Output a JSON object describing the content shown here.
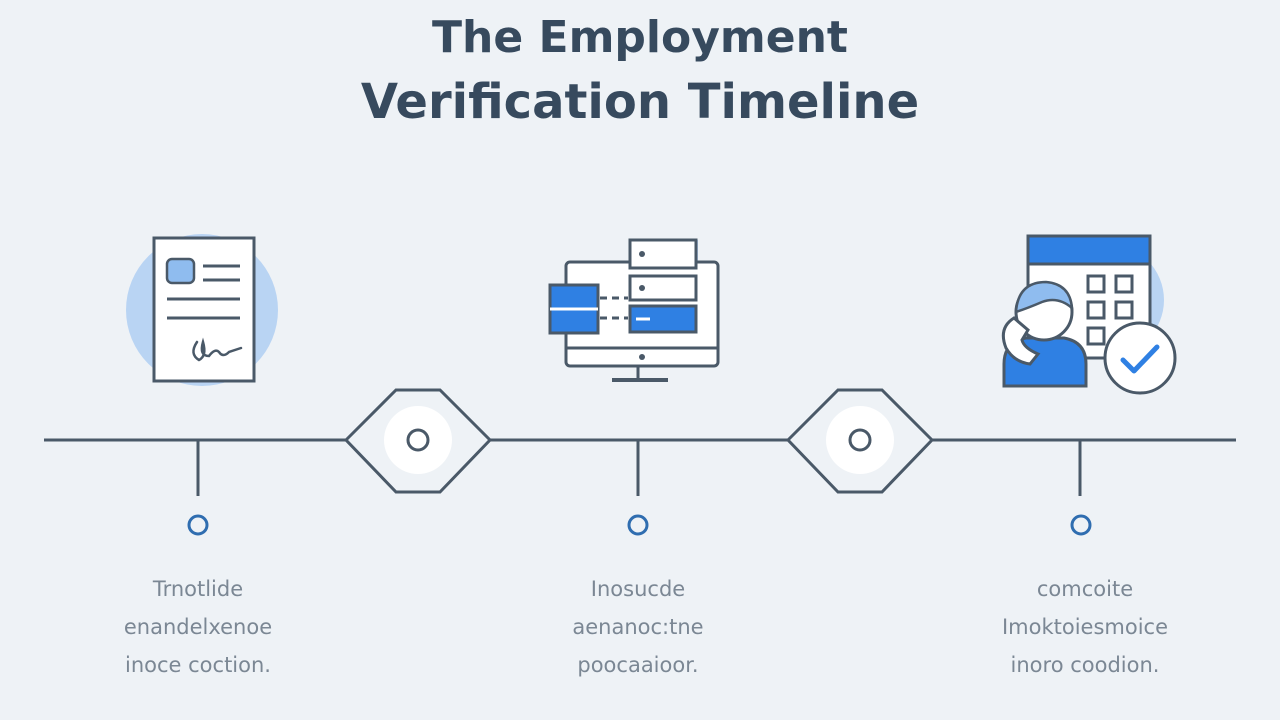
{
  "title": {
    "line1": "The Employment",
    "line2": "Verification Timeline"
  },
  "steps": [
    {
      "icon": "signed-document-icon",
      "caption": [
        "Trnotlide",
        "enandelxenoe",
        "inoce coction."
      ]
    },
    {
      "icon": "computer-database-icon",
      "caption": [
        "Inosucde",
        "aenanoc:tne",
        "poocaaioor."
      ]
    },
    {
      "icon": "phone-calendar-check-icon",
      "caption": [
        "comcoite",
        "Imoktoiesmoice",
        "inoro coodion."
      ]
    }
  ],
  "milestones": [
    {
      "icon": "hexagon-marker-icon"
    },
    {
      "icon": "hexagon-marker-icon"
    }
  ],
  "colors": {
    "background": "#eef2f6",
    "stroke": "#4a5968",
    "accent": "#2f80e3",
    "accent_light": "#b9d4f3",
    "text": "#374a5e",
    "caption": "#7b8794"
  }
}
